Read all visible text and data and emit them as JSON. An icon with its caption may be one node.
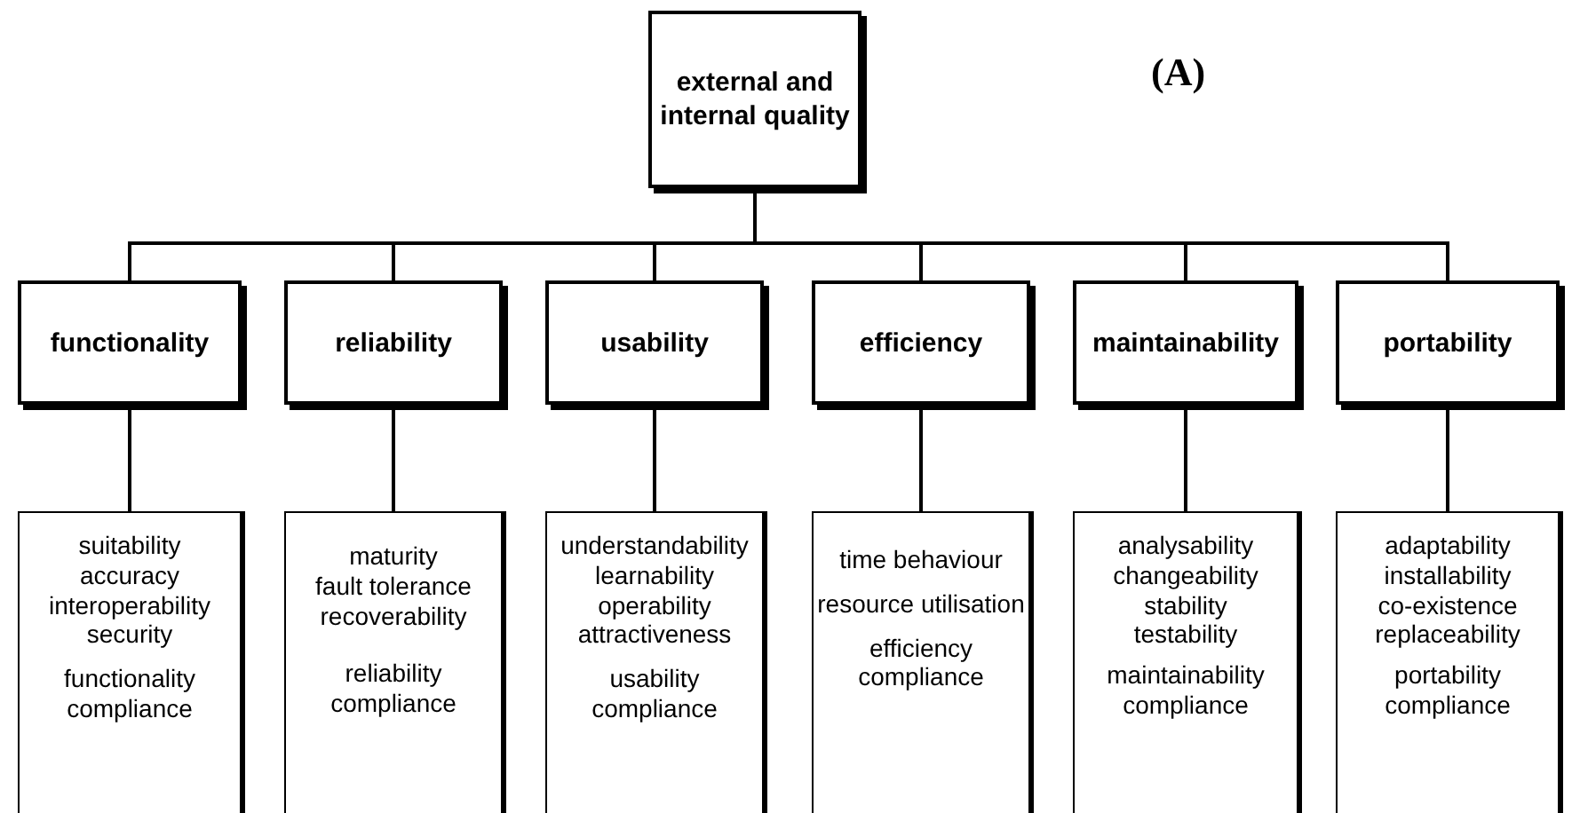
{
  "diagram": {
    "nodes": [
      {
        "text": [
          "external and internal quality"
        ]
      },
      {
        "text": [
          "functionality"
        ]
      },
      {
        "text": [
          "reliability"
        ]
      },
      {
        "text": [
          "usability"
        ]
      },
      {
        "text": [
          "efficiency"
        ]
      },
      {
        "text": [
          "maintainability"
        ]
      },
      {
        "text": [
          "portability"
        ]
      },
      {
        "text": [
          "suitability",
          "accuracy",
          "interoperability",
          "security",
          "functionality compliance"
        ]
      },
      {
        "text": [
          "maturity",
          "fault tolerance",
          "recoverability",
          "reliability compliance"
        ]
      },
      {
        "text": [
          "understandability",
          "learnability",
          "operability",
          "attractiveness",
          "usability compliance"
        ]
      },
      {
        "text": [
          "time behaviour",
          "resource utilisation",
          "efficiency compliance"
        ]
      },
      {
        "text": [
          "analysability",
          "changeability",
          "stability",
          "testability",
          "maintainability compliance"
        ]
      },
      {
        "text": [
          "adaptability",
          "installability",
          "co-existence",
          "replaceability",
          "portability compliance"
        ]
      }
    ],
    "edges": [
      {
        "from": 0,
        "to": 1,
        "arrow": "none"
      },
      {
        "from": 0,
        "to": 2,
        "arrow": "none"
      },
      {
        "from": 0,
        "to": 3,
        "arrow": "none"
      },
      {
        "from": 0,
        "to": 4,
        "arrow": "none"
      },
      {
        "from": 0,
        "to": 5,
        "arrow": "none"
      },
      {
        "from": 0,
        "to": 6,
        "arrow": "none"
      },
      {
        "from": 1,
        "to": 7,
        "arrow": "none"
      },
      {
        "from": 2,
        "to": 8,
        "arrow": "none"
      },
      {
        "from": 3,
        "to": 9,
        "arrow": "none"
      },
      {
        "from": 4,
        "to": 10,
        "arrow": "none"
      },
      {
        "from": 5,
        "to": 11,
        "arrow": "none"
      },
      {
        "from": 6,
        "to": 12,
        "arrow": "none"
      }
    ],
    "labels": [
      "(A)"
    ]
  }
}
